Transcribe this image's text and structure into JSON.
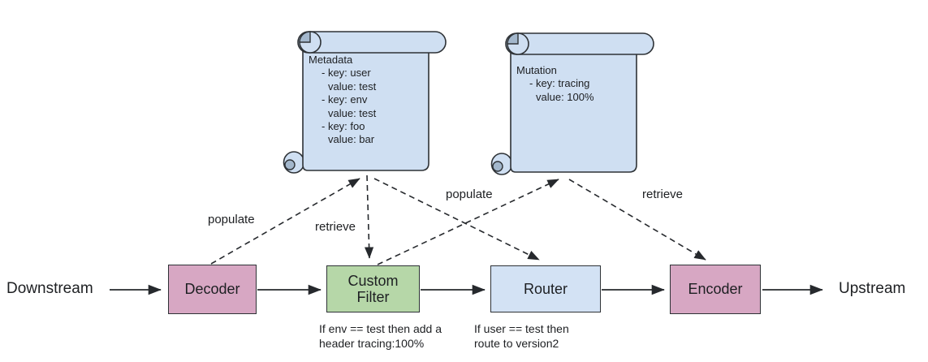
{
  "endpoints": {
    "downstream": "Downstream",
    "upstream": "Upstream"
  },
  "nodes": {
    "decoder": {
      "label": "Decoder"
    },
    "custom_filter": {
      "label": "Custom Filter",
      "caption": "If env == test then add a\nheader tracing:100%"
    },
    "router": {
      "label": "Router",
      "caption": "If user == test then\nroute to version2"
    },
    "encoder": {
      "label": "Encoder"
    }
  },
  "edges": {
    "populate_decoder_to_metadata": "populate",
    "retrieve_metadata_to_custom_filter": "retrieve",
    "populate_custom_filter_to_mutation": "populate",
    "retrieve_mutation_to_encoder": "retrieve"
  },
  "scrolls": {
    "metadata": {
      "lines": [
        "Metadata",
        "- key: user",
        "value: test",
        "- key: env",
        "value: test",
        "- key: foo",
        "value: bar"
      ]
    },
    "mutation": {
      "lines": [
        "Mutation",
        "- key: tracing",
        "value: 100%"
      ]
    }
  },
  "colors": {
    "node-pink": "#d7a7c3",
    "node-green": "#b6d7a8",
    "node-blue": "#d3e2f4",
    "scroll-fill": "#cfdff2",
    "scroll-curl": "#a3b7cc",
    "stroke": "#2e3236",
    "arrow": "#26292d",
    "text": "#1d1f22",
    "background": "#ffffff"
  }
}
